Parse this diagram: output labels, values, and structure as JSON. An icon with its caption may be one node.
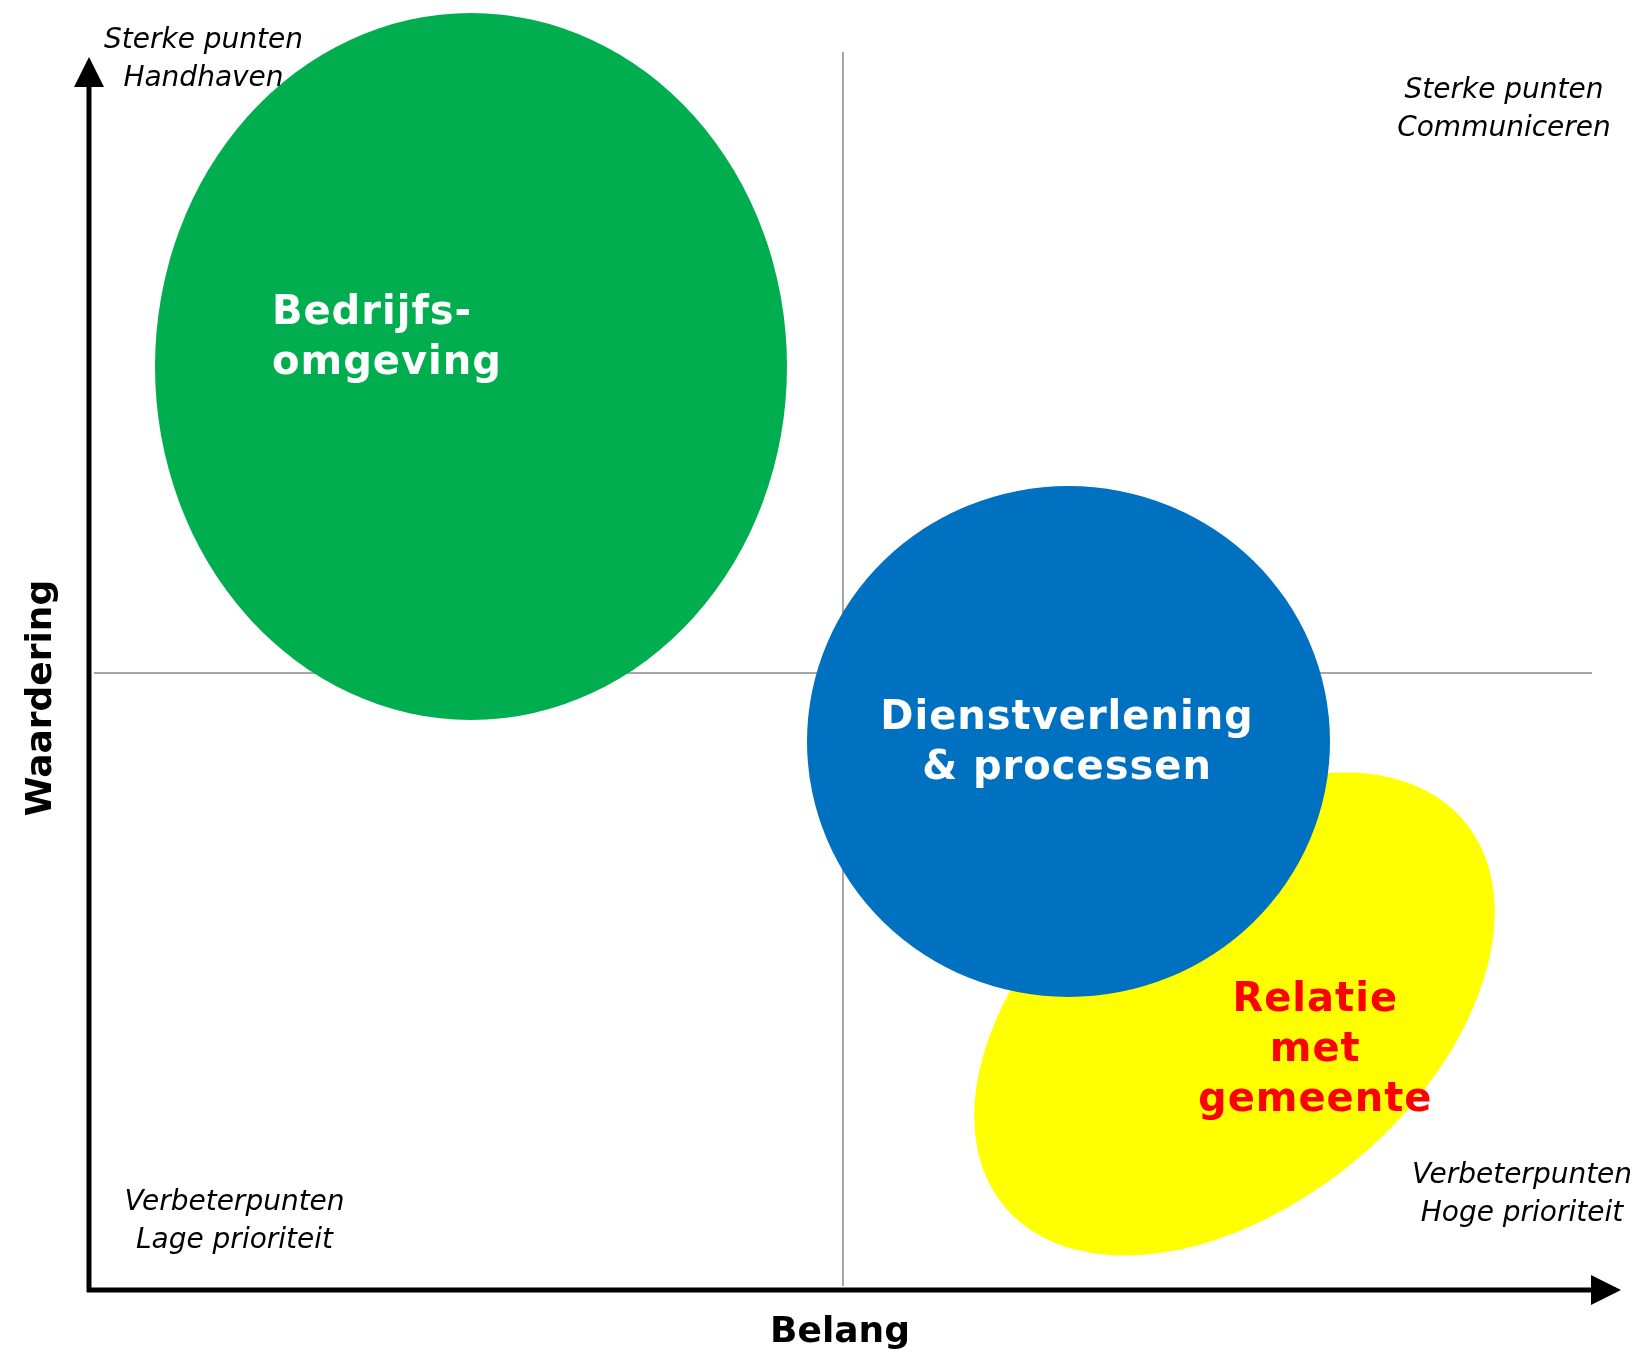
{
  "diagram": {
    "nodes": [
      {
        "text": [
          "Bedrijfs- omgeving"
        ]
      },
      {
        "text": [
          "Dienstverlening & processen"
        ]
      },
      {
        "text": [
          "Relatie met gemeente"
        ]
      }
    ],
    "labels": [
      "Sterke punten Handhaven",
      "Sterke punten Communiceren",
      "Waardering",
      "Verbeterpunten Lage prioriteit",
      "Verbeterpunten Hoge prioriteit",
      "Belang"
    ]
  }
}
